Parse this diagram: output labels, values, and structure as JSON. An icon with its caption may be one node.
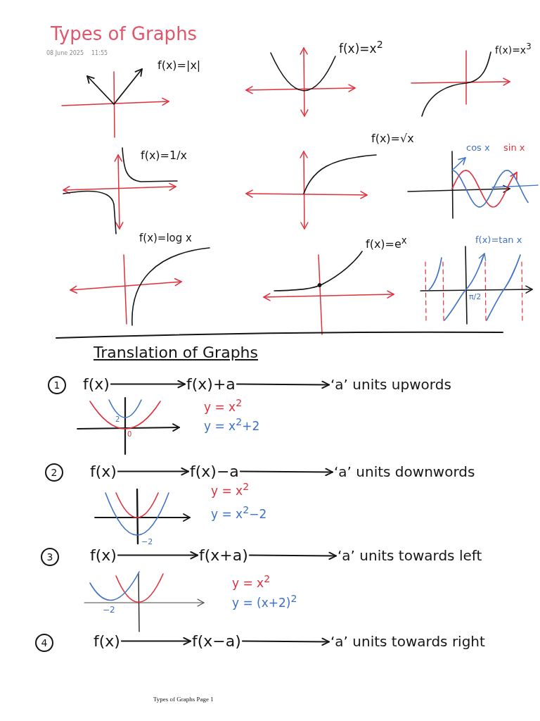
{
  "diagram": {
    "title": "Types of Graphs",
    "nodes": [
      {
        "text": [
          "1"
        ]
      },
      {
        "text": [
          "f(x)"
        ]
      },
      {
        "text": [
          "f(x)+a"
        ]
      },
      {
        "text": [
          "‘a’ units upwords"
        ]
      },
      {
        "text": [
          "2"
        ]
      },
      {
        "text": [
          "f(x)"
        ]
      },
      {
        "text": [
          "f(x)−a"
        ]
      },
      {
        "text": [
          "‘a’ units downwords"
        ]
      },
      {
        "text": [
          "3"
        ]
      },
      {
        "text": [
          "f(x)"
        ]
      },
      {
        "text": [
          "f(x+a)"
        ]
      },
      {
        "text": [
          "‘a’ units towards left"
        ]
      },
      {
        "text": [
          "4"
        ]
      },
      {
        "text": [
          "f(x)"
        ]
      },
      {
        "text": [
          "f(x−a)"
        ]
      },
      {
        "text": [
          "‘a’ units towards right"
        ]
      }
    ],
    "edges": [
      {
        "from": 1,
        "to": 2,
        "arrow": "to"
      },
      {
        "from": 2,
        "to": 3,
        "arrow": "to"
      },
      {
        "from": 5,
        "to": 6,
        "arrow": "to"
      },
      {
        "from": 6,
        "to": 7,
        "arrow": "to"
      },
      {
        "from": 9,
        "to": 10,
        "arrow": "to"
      },
      {
        "from": 10,
        "to": 11,
        "arrow": "to"
      },
      {
        "from": 13,
        "to": 14,
        "arrow": "to"
      },
      {
        "from": 14,
        "to": 15,
        "arrow": "to"
      }
    ],
    "labels": [
      "08 June 2025",
      "11:55",
      "f(x)=|x|",
      "f(x)=x$^{2}$",
      "f(x)=x$^{3}$",
      "f(x)=1/x",
      "f(x)=√x",
      "cos x",
      "sin x",
      "f(x)=log x",
      "f(x)=e$^{x}$",
      "f(x)=tan x",
      "π/2",
      "Translation of Graphs",
      "2",
      "0",
      "y = x$^{2}$",
      "y = x$^{2}$+2",
      "−2",
      "y = x$^{2}$",
      "y = x$^{2}$−2",
      "−2",
      "y = x$^{2}$",
      "y = (x+2)$^{2}$",
      "Types of Graphs Page 1"
    ]
  }
}
